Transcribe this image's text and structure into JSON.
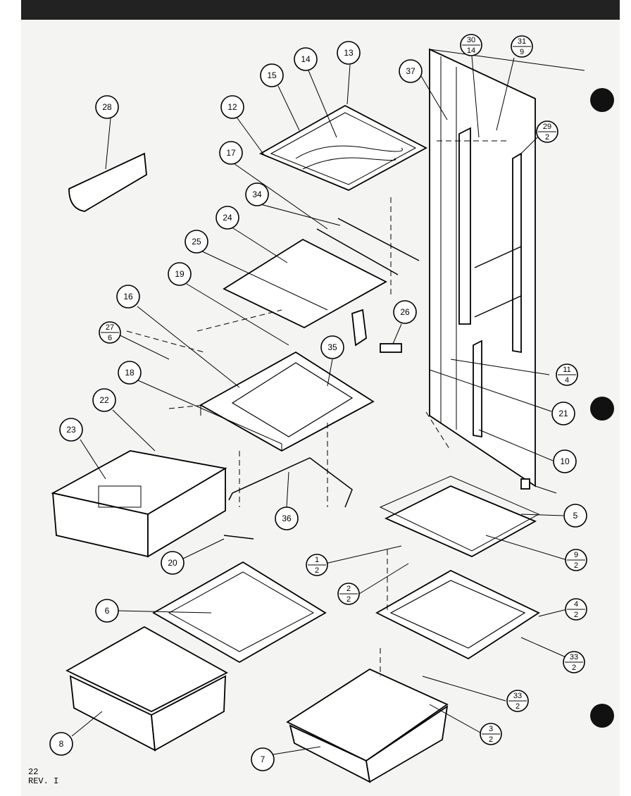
{
  "callouts": [
    {
      "id": "p28",
      "label": "28"
    },
    {
      "id": "p15",
      "label": "15"
    },
    {
      "id": "p14",
      "label": "14"
    },
    {
      "id": "p13",
      "label": "13"
    },
    {
      "id": "p12",
      "label": "12"
    },
    {
      "id": "p17",
      "label": "17"
    },
    {
      "id": "p34",
      "label": "34"
    },
    {
      "id": "p24",
      "label": "24"
    },
    {
      "id": "p25",
      "label": "25"
    },
    {
      "id": "p19",
      "label": "19"
    },
    {
      "id": "p16",
      "label": "16"
    },
    {
      "id": "p26",
      "label": "26"
    },
    {
      "id": "p35",
      "label": "35"
    },
    {
      "id": "p18",
      "label": "18"
    },
    {
      "id": "p22",
      "label": "22"
    },
    {
      "id": "p23",
      "label": "23"
    },
    {
      "id": "p36",
      "label": "36"
    },
    {
      "id": "p20",
      "label": "20"
    },
    {
      "id": "p6",
      "label": "6"
    },
    {
      "id": "p8",
      "label": "8"
    },
    {
      "id": "p7",
      "label": "7"
    },
    {
      "id": "p37",
      "label": "37"
    },
    {
      "id": "p21",
      "label": "21"
    },
    {
      "id": "p10",
      "label": "10"
    },
    {
      "id": "p5",
      "label": "5"
    }
  ],
  "fraction_callouts": [
    {
      "id": "f30_14",
      "num": "30",
      "den": "14"
    },
    {
      "id": "f31_9",
      "num": "31",
      "den": "9"
    },
    {
      "id": "f29_2",
      "num": "29",
      "den": "2"
    },
    {
      "id": "f27_6",
      "num": "27",
      "den": "6"
    },
    {
      "id": "f11_4",
      "num": "11",
      "den": "4"
    },
    {
      "id": "f1_2",
      "num": "1",
      "den": "2"
    },
    {
      "id": "f9_2",
      "num": "9",
      "den": "2"
    },
    {
      "id": "f2_2",
      "num": "2",
      "den": "2"
    },
    {
      "id": "f4_2",
      "num": "4",
      "den": "2"
    },
    {
      "id": "f33_2a",
      "num": "33",
      "den": "2"
    },
    {
      "id": "f33_2b",
      "num": "33",
      "den": "2"
    },
    {
      "id": "f3_2",
      "num": "3",
      "den": "2"
    }
  ],
  "footer": {
    "page": "22",
    "rev": "REV. I"
  }
}
